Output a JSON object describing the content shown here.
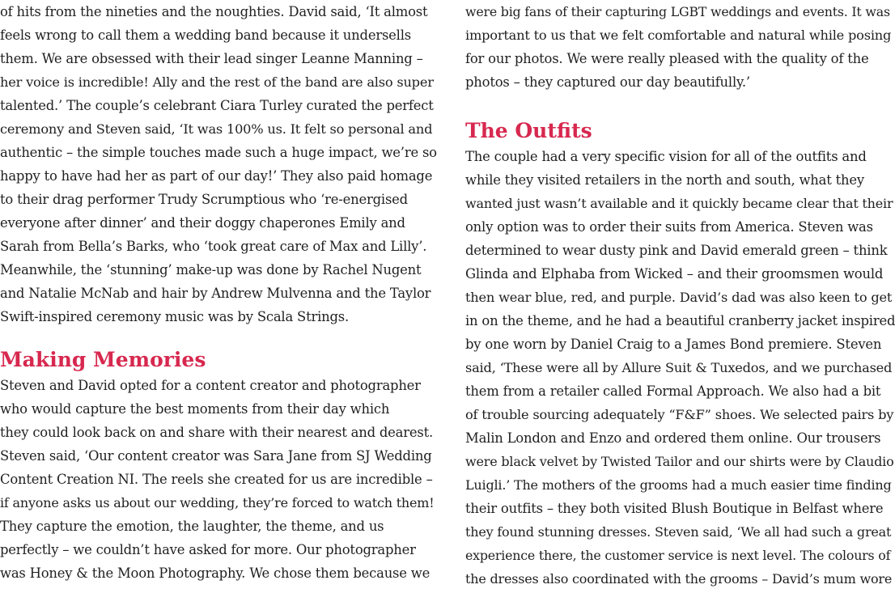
{
  "left": {
    "para1": [
      "of hits from the nineties and the noughties. David said, ‘It almost",
      "feels wrong to call them a wedding band because it undersells",
      "them. We are obsessed with their lead singer Leanne Manning –",
      "her voice is incredible! Ally and the rest of the band are also super",
      "talented.’ The couple’s celebrant Ciara Turley curated the perfect",
      "ceremony and Steven said, ‘It was 100% us. It felt so personal and",
      "authentic – the simple touches made such a huge impact, we’re so",
      "happy to have had her as part of our day!’ They also paid homage",
      "to their drag performer Trudy Scrumptious who ‘re-energised",
      "everyone after dinner’ and their doggy chaperones Emily and",
      "Sarah from Bella’s Barks, who ‘took great care of Max and Lilly’.",
      "Meanwhile, the ‘stunning’ make-up was done by Rachel Nugent",
      "and Natalie McNab and hair by Andrew Mulvenna and the Taylor",
      "Swift-inspired ceremony music was by Scala Strings."
    ],
    "heading": "Making Memories",
    "para2": [
      "Steven and David opted for a content creator and photographer",
      "who would capture the best moments from their day which",
      "they could look back on and share with their nearest and dearest.",
      "Steven said, ‘Our content creator was Sara Jane from SJ Wedding",
      "Content Creation NI. The reels she created for us are incredible –",
      "if anyone asks us about our wedding, they’re forced to watch them!",
      "They capture the emotion, the laughter, the theme, and us",
      "perfectly – we couldn’t have asked for more. Our photographer",
      "was Honey & the Moon Photography. We chose them because we"
    ]
  },
  "right": {
    "para1": [
      "were big fans of their capturing LGBT weddings and events. It was",
      "important to us that we felt comfortable and natural while posing",
      "for our photos. We were really pleased with the quality of the",
      "photos – they captured our day beautifully.’"
    ],
    "heading": "The Outfits",
    "para2": [
      "The couple had a very specific vision for all of the outfits and",
      "while they visited retailers in the north and south, what they",
      "wanted just wasn’t available and it quickly became clear that their",
      "only option was to order their suits from America. Steven was",
      "determined to wear dusty pink and David emerald green – think",
      "Glinda and Elphaba from Wicked – and their groomsmen would",
      "then wear blue, red, and purple. David’s dad was also keen to get",
      "in on the theme, and he had a beautiful cranberry jacket inspired",
      "by one worn by Daniel Craig to a James Bond premiere. Steven",
      "said, ‘These were all by Allure Suit & Tuxedos, and we purchased",
      "them from a retailer called Formal Approach. We also had a bit",
      "of trouble sourcing adequately “F&F” shoes. We selected pairs by",
      "Malin London and Enzo and ordered them online. Our trousers",
      "were black velvet by Twisted Tailor and our shirts were by Claudio",
      "Luigli.’ The mothers of the grooms had a much easier time finding",
      "their outfits – they both visited Blush Boutique in Belfast where",
      "they found stunning dresses. Steven said, ‘We all had such a great",
      "experience there, the customer service is next level. The colours of",
      "the dresses also coordinated with the grooms – David’s mum wore"
    ]
  },
  "colors": {
    "heading": "#d7284f",
    "body_text": "#1f1f1f"
  }
}
